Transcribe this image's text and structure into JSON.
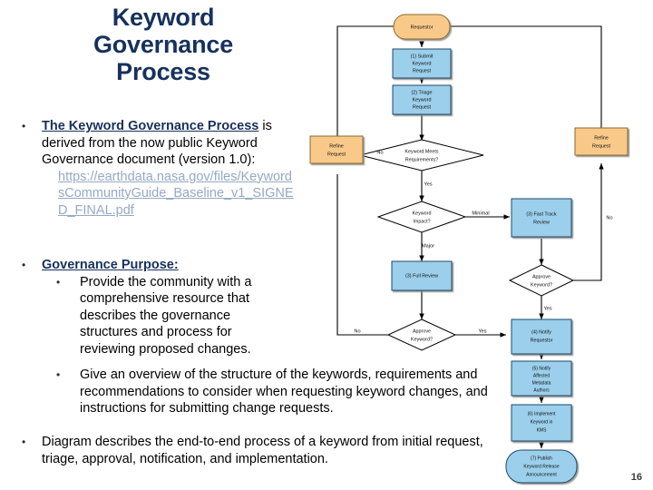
{
  "slide": {
    "title_lines": [
      "Keyword",
      "Governance",
      "Process"
    ],
    "page_number": "16",
    "accent_blue": "#17315C",
    "link_color": "#94A9C6",
    "process_fill": "#9BCFEB",
    "terminal_fill": "#F9C98A"
  },
  "content": {
    "b1_emph": "The Keyword Governance Process",
    "b1_rest": " is derived from the now public Keyword Governance document (version 1.0):",
    "b1_link": "https://earthdata.nasa.gov/files/KeywordsCommunityGuide_Baseline_v1_SIGNED_FINAL.pdf",
    "b2_emph": "Governance Purpose:",
    "b2_sub1": "Provide the community with a comprehensive resource that describes the governance structures and process for reviewing proposed changes.",
    "b2_sub2": "Give an overview of the structure of the keywords, requirements and recommendations to consider when requesting keyword changes, and instructions for submitting change requests.",
    "b3": "Diagram describes the end-to-end process of a keyword from initial request, triage, approval, notification, and implementation."
  },
  "diagram": {
    "nodes": {
      "requestor": "Requestor",
      "submit": [
        "(1) Submit",
        "Keyword",
        "Request"
      ],
      "triage": [
        "(2) Triage",
        "Keyword",
        "Request"
      ],
      "refine_left": [
        "Refine",
        "Request"
      ],
      "refine_right": [
        "Refine",
        "Request"
      ],
      "fast_track": [
        "(3) Fast Track",
        "Review"
      ],
      "full_review": [
        "(3) Full Review"
      ],
      "notify_requestor": [
        "(4) Notify",
        "Requestor"
      ],
      "notify_authors": [
        "(5) Notify",
        "Affected",
        "Metadata",
        "Authors"
      ],
      "implement": [
        "(6) Implement",
        "Keyword in",
        "KMS"
      ],
      "publish": [
        "(7) Publish",
        "Keyword Release",
        "Announcement"
      ]
    },
    "decisions": {
      "meets_req": [
        "Keyword Meets",
        "Requirements?"
      ],
      "impact": [
        "Keyword",
        "Impact?"
      ],
      "approve_right": [
        "Approve",
        "Keyword?"
      ],
      "approve_left": [
        "Approve",
        "Keyword?"
      ]
    },
    "edge_labels": {
      "no_meets": "No",
      "yes_meets": "Yes",
      "minimal": "Minimal",
      "major": "Major",
      "no_right": "No",
      "yes_right": "Yes",
      "no_left": "No",
      "yes_left": "Yes"
    }
  }
}
